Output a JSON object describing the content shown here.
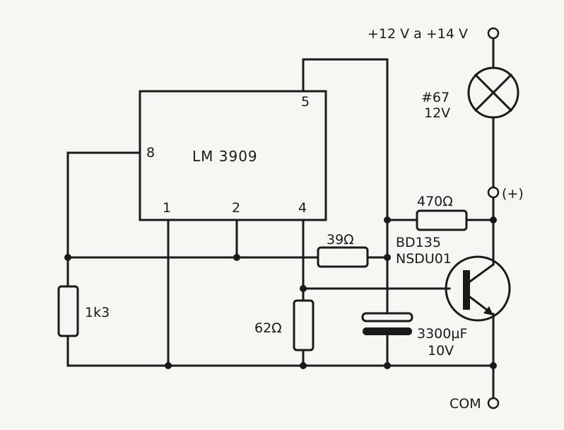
{
  "ic": {
    "name": "LM 3909",
    "pin1": "1",
    "pin2": "2",
    "pin4": "4",
    "pin5": "5",
    "pin8": "8"
  },
  "supply": {
    "label": "+12 V a +14 V"
  },
  "lamp": {
    "type": "#67",
    "voltage": "12V"
  },
  "terminal_plus": "(+)",
  "common": "COM",
  "resistors": {
    "r470": "470Ω",
    "r39": "39Ω",
    "r62": "62Ω",
    "r1k3": "1k3"
  },
  "transistor": {
    "part1": "BD135",
    "part2": "NSDU01"
  },
  "capacitor": {
    "value": "3300µF",
    "voltage": "10V"
  }
}
